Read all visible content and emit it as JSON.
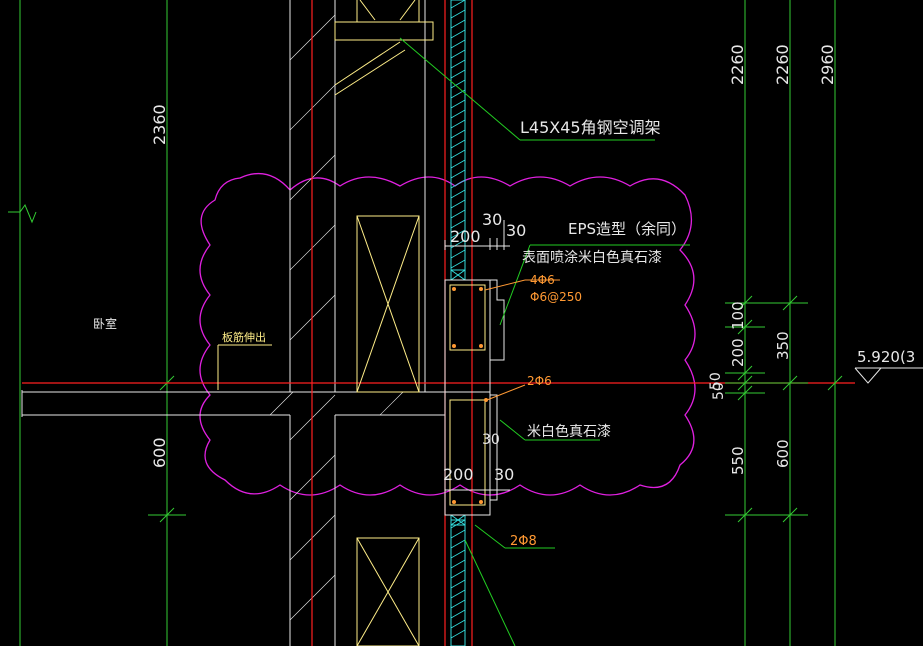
{
  "colors": {
    "background": "#000000",
    "dimension_line": "#33cc33",
    "axis_red": "#ff2020",
    "cloud_magenta": "#e020e0",
    "structure_white": "#e8e8e8",
    "outline_yellow": "#ffee88",
    "insulation_cyan": "#33dddd",
    "rebar_orange": "#ff9933",
    "leader_green": "#22cc22"
  },
  "dimensions": {
    "left_upper": "2360",
    "left_lower": "600",
    "right_col1_top": "2260",
    "right_col2_top": "2260",
    "right_col3_top": "2960",
    "right_100": "100",
    "right_200": "200",
    "right_350": "350",
    "right_50a": "50",
    "right_50b": "50",
    "right_550": "550",
    "right_600": "600",
    "detail_200_top": "200",
    "detail_30_top_a": "30",
    "detail_30_top_b": "30",
    "detail_200_bottom": "200",
    "detail_30_bottom": "30",
    "detail_30_mid": "30"
  },
  "annotations": {
    "angle_bracket": "L45X45角钢空调架",
    "eps_line1": "EPS造型（余同）",
    "eps_line2": "表面喷涂米白色真石漆",
    "rebar_top_main": "4Φ6",
    "rebar_top_stirrup": "Φ6@250",
    "rebar_mid": "2Φ6",
    "finish_label": "米白色真石漆",
    "rebar_bottom": "2Φ8",
    "room_label": "卧室",
    "slab_note": "板筋伸出",
    "elevation": "5.920(3"
  }
}
